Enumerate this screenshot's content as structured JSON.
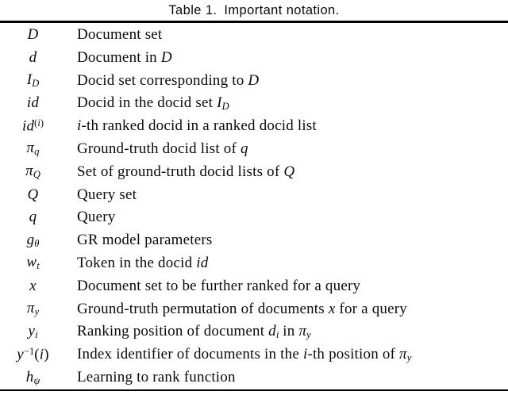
{
  "caption": {
    "label": "Table 1.",
    "title": "Important notation."
  },
  "colors": {
    "background": "#ffffff",
    "text": "#0b0b0b",
    "rule": "#000000"
  },
  "table": {
    "columns": [
      "symbol",
      "description"
    ],
    "rows": [
      {
        "symbol_html": "<i>D</i>",
        "description_html": "Document set"
      },
      {
        "symbol_html": "<i>d</i>",
        "description_html": "Document in <i>D</i>"
      },
      {
        "symbol_html": "<i>I<sub>D</sub></i>",
        "description_html": "Docid set corresponding to <i>D</i>"
      },
      {
        "symbol_html": "<i>id</i>",
        "description_html": "Docid in the docid set <i>I<sub>D</sub></i>"
      },
      {
        "symbol_html": "<i>id</i><sup>(<i>i</i>)</sup>",
        "description_html": "<i>i</i>-th ranked docid in a ranked docid list"
      },
      {
        "symbol_html": "<i>π<sub>q</sub></i>",
        "description_html": "Ground-truth docid list of <i>q</i>"
      },
      {
        "symbol_html": "<i>π<sub>Q</sub></i>",
        "description_html": "Set of ground-truth docid lists of <i>Q</i>"
      },
      {
        "symbol_html": "<i>Q</i>",
        "description_html": "Query set"
      },
      {
        "symbol_html": "<i>q</i>",
        "description_html": "Query"
      },
      {
        "symbol_html": "<i>g<sub>θ</sub></i>",
        "description_html": "GR model parameters"
      },
      {
        "symbol_html": "<i>w<sub>t</sub></i>",
        "description_html": "Token in the docid <i>id</i>"
      },
      {
        "symbol_html": "<i>x</i>",
        "description_html": "Document set to be further ranked for a query"
      },
      {
        "symbol_html": "<i>π<sub>y</sub></i>",
        "description_html": "Ground-truth permutation of documents <i>x</i> for a query"
      },
      {
        "symbol_html": "<i>y<sub>i</sub></i>",
        "description_html": "Ranking position of document <i>d<sub>i</sub></i> in <i>π<sub>y</sub></i>"
      },
      {
        "symbol_html": "<i>y</i><sup>−1</sup>(<i>i</i>)",
        "description_html": "Index identifier of documents in the <i>i</i>-th position of <i>π<sub>y</sub></i>"
      },
      {
        "symbol_html": "<i>h<sub>ψ</sub></i>",
        "description_html": "Learning to rank function"
      }
    ]
  }
}
